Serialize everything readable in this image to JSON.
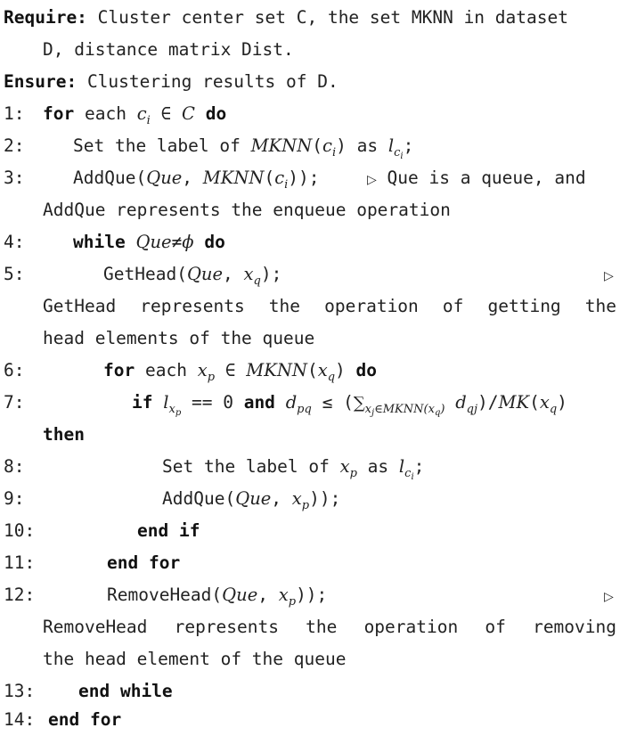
{
  "header": {
    "require_kw": "Require:",
    "require_text": "Cluster center set C, the set MKNN in dataset",
    "require_text2": "D, distance matrix Dist.",
    "ensure_kw": "Ensure:",
    "ensure_text": "Clustering results of D."
  },
  "keywords": {
    "for": "for",
    "do": "do",
    "while": "while",
    "if": "if",
    "and": "and",
    "then": "then",
    "end_if": "end if",
    "end_for": "end for",
    "end_while": "end while"
  },
  "lines": [
    {
      "num": "1:",
      "each": "each"
    },
    {
      "num": "2:",
      "text": "Set the label of",
      "as": "as"
    },
    {
      "num": "3:",
      "comment_a": "Que is a queue, and",
      "comment_b": "AddQue represents the enqueue operation"
    },
    {
      "num": "4:"
    },
    {
      "num": "5:",
      "comment_a": "GetHead represents the operation of getting the",
      "comment_b": "head elements of the queue"
    },
    {
      "num": "6:",
      "each": "each"
    },
    {
      "num": "7:"
    },
    {
      "num": "8:",
      "text": "Set the label of",
      "as": "as"
    },
    {
      "num": "9:"
    },
    {
      "num": "10:"
    },
    {
      "num": "11:"
    },
    {
      "num": "12:",
      "comment_a": "RemoveHead represents the operation of removing",
      "comment_b": "the head element of the queue"
    },
    {
      "num": "13:"
    },
    {
      "num": "14:"
    }
  ],
  "symbols": {
    "comment_marker": "▷",
    "c": "c",
    "i": "i",
    "C": "C",
    "in": "∈",
    "MKNN": "MKNN",
    "l": "l",
    "Que": "Que",
    "neq": "≠",
    "phi": "ϕ",
    "AddQue": "AddQue",
    "GetHead": "GetHead",
    "RemoveHead": "RemoveHead",
    "x": "x",
    "q": "q",
    "p": "p",
    "j": "j",
    "d": "d",
    "pq": "pq",
    "qj": "qj",
    "MK": "MK",
    "eqeq": "== 0",
    "leq": "≤",
    "sum": "∑"
  }
}
